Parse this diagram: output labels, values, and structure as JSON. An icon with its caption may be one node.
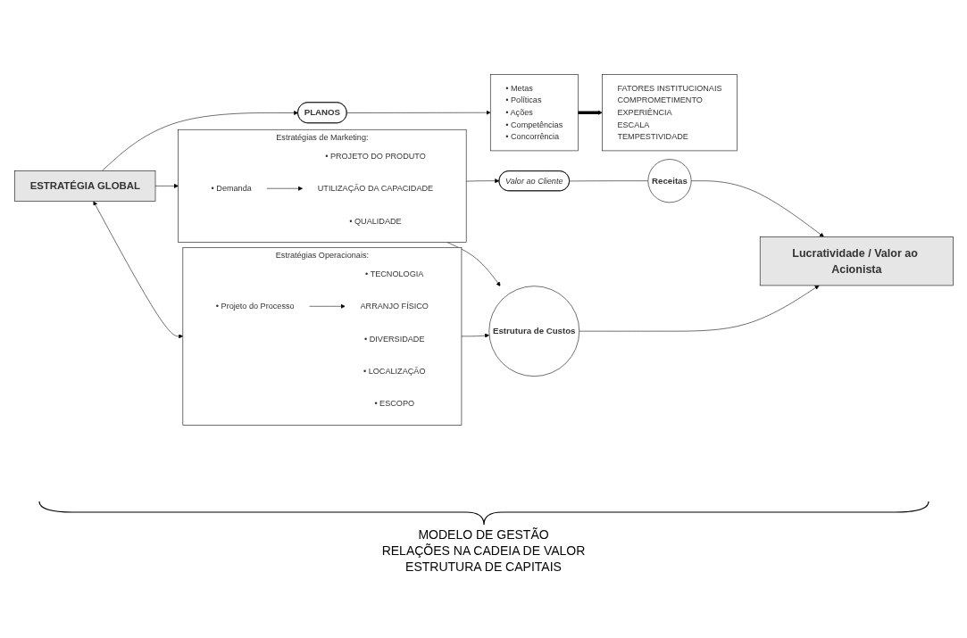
{
  "diagram": {
    "nodes": [
      {
        "text": [
          "ESTRATÉGIA GLOBAL"
        ]
      },
      {
        "text": [
          "Estratégias de Marketing:"
        ]
      },
      {
        "text": [
          "• PROJETO DO PRODUTO"
        ],
        "in": 1
      },
      {
        "text": [
          "• QUALIDADE"
        ],
        "in": 1
      },
      {
        "text": [
          "• Demanda"
        ],
        "in": 1
      },
      {
        "text": [
          "UTILIZAÇÃO DA CAPACIDADE"
        ],
        "in": 1
      },
      {
        "text": [
          "Estratégias Operacionais:"
        ]
      },
      {
        "text": [
          "• TECNOLOGIA"
        ],
        "in": 6
      },
      {
        "text": [
          "• Projeto do Processo"
        ],
        "in": 6
      },
      {
        "text": [
          "ARRANJO FÍSICO"
        ],
        "in": 6
      },
      {
        "text": [
          "• DIVERSIDADE"
        ],
        "in": 6
      },
      {
        "text": [
          "• LOCALIZAÇÃO"
        ],
        "in": 6
      },
      {
        "text": [
          "• ESCOPO"
        ],
        "in": 6
      },
      {
        "text": [
          "Valor ao Cliente"
        ]
      },
      {
        "text": [
          "Receitas"
        ]
      },
      {
        "text": [
          "Estrutura de Custos"
        ]
      },
      {
        "text": [
          "Lucratividade / Valor ao Acionista"
        ]
      },
      {
        "text": [
          "PLANOS"
        ]
      },
      {
        "text": [
          "• Metas",
          "• Políticas",
          "• Ações",
          "• Competências",
          "• Concorrência"
        ]
      },
      {
        "text": [
          "FATORES INSTITUCIONAIS",
          "COMPROMETIMENTO",
          "EXPERIÊNCIA",
          "ESCALA",
          "TEMPESTIVIDADE"
        ]
      }
    ],
    "edges": [
      {
        "from": 0,
        "to": 1,
        "arrow": "to"
      },
      {
        "from": 4,
        "to": 5,
        "arrow": "to"
      },
      {
        "from": 0,
        "to": 6,
        "arrow": "both"
      },
      {
        "from": 8,
        "to": 9,
        "arrow": "to"
      },
      {
        "from": 1,
        "to": 13,
        "arrow": "to"
      },
      {
        "from": 1,
        "to": 15,
        "arrow": "to"
      },
      {
        "from": 6,
        "to": 15,
        "arrow": "to"
      },
      {
        "from": 13,
        "to": 14,
        "arrow": "none"
      },
      {
        "from": 14,
        "to": 16,
        "arrow": "to"
      },
      {
        "from": 15,
        "to": 16,
        "arrow": "to"
      },
      {
        "from": 0,
        "to": 17,
        "arrow": "to"
      },
      {
        "from": 17,
        "to": 18,
        "arrow": "to"
      },
      {
        "from": 18,
        "to": 19,
        "arrow": "to",
        "style": "thick"
      }
    ],
    "labels": [
      "MODELO DE GESTÃO",
      "RELAÇÕES NA CADEIA DE VALOR",
      "ESTRUTURA DE CAPITAIS"
    ]
  }
}
